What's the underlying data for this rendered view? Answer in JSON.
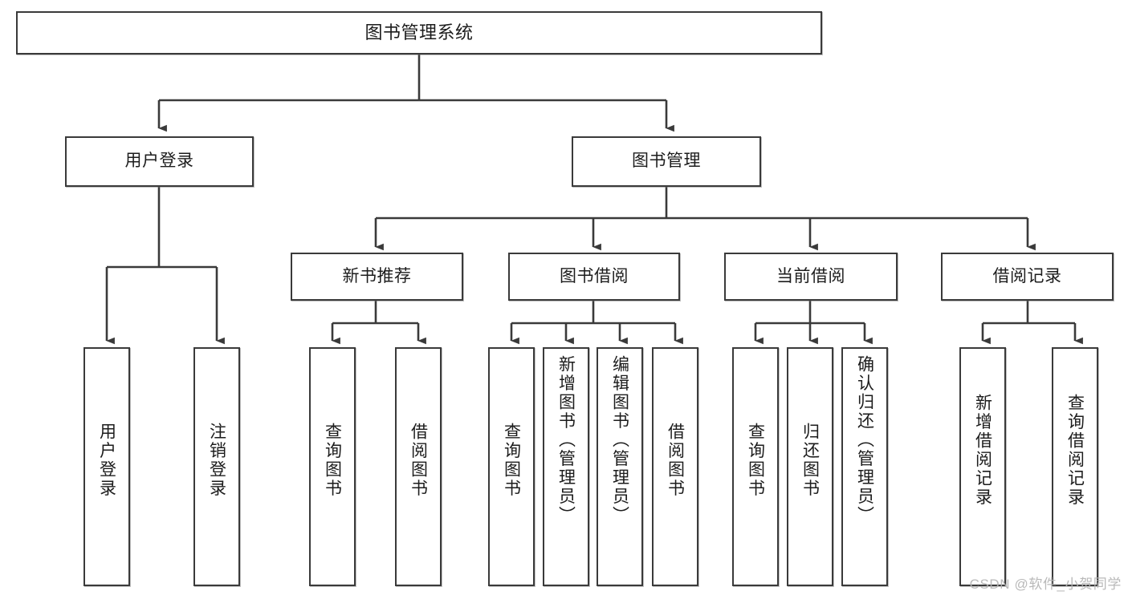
{
  "diagram": {
    "type": "tree",
    "title": "图书管理系统",
    "orientation": "top-down",
    "levels": 4,
    "colors": {
      "box_border": "#3a3a3a",
      "box_fill": "#ffffff",
      "connector": "#3a3a3a",
      "text": "#1c1c1c",
      "watermark": "#b4b4b4"
    }
  },
  "root": {
    "label": "图书管理系统"
  },
  "level2": [
    {
      "label": "用户登录"
    },
    {
      "label": "图书管理"
    }
  ],
  "level3": [
    {
      "label": "新书推荐"
    },
    {
      "label": "图书借阅"
    },
    {
      "label": "当前借阅"
    },
    {
      "label": "借阅记录"
    }
  ],
  "leaves": {
    "user_login": [
      {
        "label": "用户登录"
      },
      {
        "label": "注销登录"
      }
    ],
    "new_book_recommend": [
      {
        "label": "查询图书"
      },
      {
        "label": "借阅图书"
      }
    ],
    "book_borrow": [
      {
        "label": "查询图书"
      },
      {
        "label": "新增图书（管理员）"
      },
      {
        "label": "编辑图书（管理员）"
      },
      {
        "label": "借阅图书"
      }
    ],
    "current_borrow": [
      {
        "label": "查询图书"
      },
      {
        "label": "归还图书"
      },
      {
        "label": "确认归还（管理员）"
      }
    ],
    "borrow_record": [
      {
        "label": "新增借阅记录"
      },
      {
        "label": "查询借阅记录"
      }
    ]
  },
  "watermark": {
    "text": "CSDN @软件_小贺同学"
  }
}
